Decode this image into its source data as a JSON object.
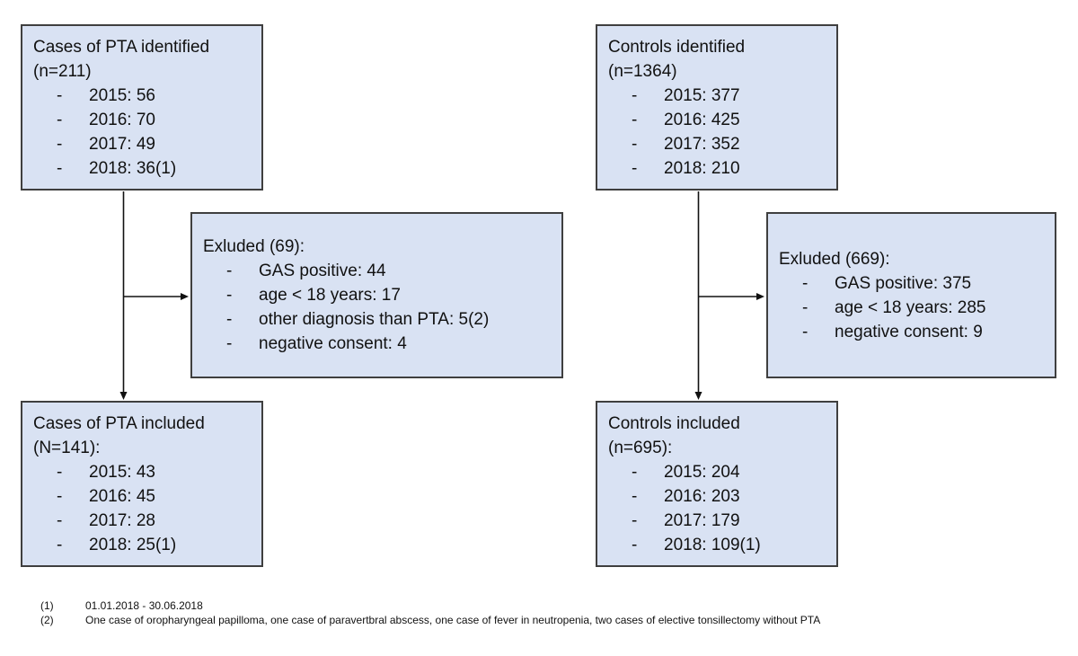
{
  "list_dash": "-",
  "colors": {
    "background": "#ffffff",
    "box_fill": "#d9e2f3",
    "box_border": "#3f3f3f",
    "text": "#111111",
    "connector": "#111111"
  },
  "boxes": {
    "cases_identified": {
      "title": "Cases of PTA identified",
      "subtitle": "(n=211)",
      "items": [
        "2015: 56",
        "2016: 70",
        "2017: 49",
        "2018: 36(1)"
      ]
    },
    "controls_identified": {
      "title": "Controls identified",
      "subtitle": "(n=1364)",
      "items": [
        "2015: 377",
        "2016: 425",
        "2017: 352",
        "2018: 210"
      ]
    },
    "cases_excluded": {
      "title": "Exluded (69):",
      "items": [
        "GAS positive: 44",
        "age < 18 years: 17",
        "other diagnosis than PTA: 5(2)",
        "negative consent: 4"
      ]
    },
    "controls_excluded": {
      "title": "Exluded (669):",
      "items": [
        "GAS positive: 375",
        "age < 18 years: 285",
        "negative consent: 9"
      ]
    },
    "cases_included": {
      "title": "Cases of PTA included",
      "subtitle": "(N=141):",
      "items": [
        "2015: 43",
        "2016: 45",
        "2017: 28",
        "2018: 25(1)"
      ]
    },
    "controls_included": {
      "title": "Controls included",
      "subtitle": "(n=695):",
      "items": [
        "2015: 204",
        "2016: 203",
        "2017: 179",
        "2018: 109(1)"
      ]
    }
  },
  "footnotes": [
    {
      "marker": "(1)",
      "text": "01.01.2018 - 30.06.2018"
    },
    {
      "marker": "(2)",
      "text": "One case of oropharyngeal papilloma, one case of paravertbral abscess, one case of fever in neutropenia, two cases of elective tonsillectomy without PTA"
    }
  ]
}
